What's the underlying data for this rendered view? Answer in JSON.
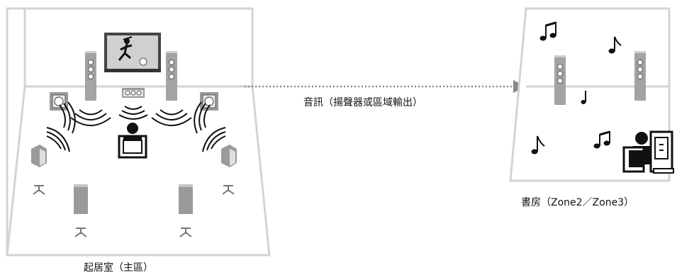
{
  "main_room": {
    "label": "起居室（主區）"
  },
  "study_room": {
    "label": "書房（Zone2／Zone3）"
  },
  "connection": {
    "label": "音訊（揚聲器或區域輸出）"
  },
  "colors": {
    "wall": "#d3d3d3",
    "speaker": "#9a9a9a",
    "speaker_dark": "#555555",
    "ink": "#111111",
    "arrow": "#888888"
  }
}
